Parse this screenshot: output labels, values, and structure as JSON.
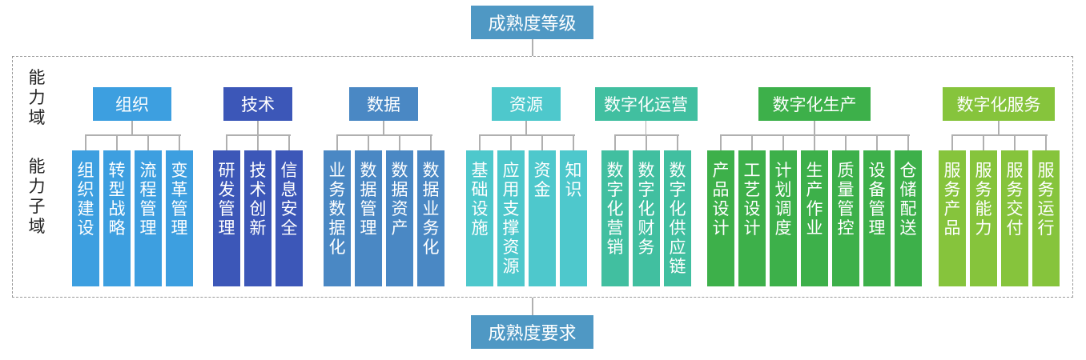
{
  "top_label": "成熟度等级",
  "bottom_label": "成熟度要求",
  "row_labels": {
    "domain": "能力域",
    "subdomain": "能力子域"
  },
  "groups": [
    {
      "name": "组织",
      "color": "#3d9fe0",
      "subs": [
        "组织建设",
        "转型战略",
        "流程管理",
        "变革管理"
      ]
    },
    {
      "name": "技术",
      "color": "#3c57b8",
      "subs": [
        "研发管理",
        "技术创新",
        "信息安全"
      ]
    },
    {
      "name": "数据",
      "color": "#4a88c4",
      "subs": [
        "业务数据化",
        "数据管理",
        "数据资产",
        "数据业务化"
      ]
    },
    {
      "name": "资源",
      "color": "#4ec8cc",
      "subs": [
        "基础设施",
        "应用支撑资源",
        "资金",
        "知识"
      ]
    },
    {
      "name": "数字化运营",
      "color": "#41bfa0",
      "subs": [
        "数字化营销",
        "数字化财务",
        "数字化供应链"
      ]
    },
    {
      "name": "数字化生产",
      "color": "#3db04a",
      "subs": [
        "产品设计",
        "工艺设计",
        "计划调度",
        "生产作业",
        "质量管控",
        "设备管理",
        "仓储配送"
      ]
    },
    {
      "name": "数字化服务",
      "color": "#86c43c",
      "subs": [
        "服务产品",
        "服务能力",
        "服务交付",
        "服务运行"
      ]
    }
  ]
}
